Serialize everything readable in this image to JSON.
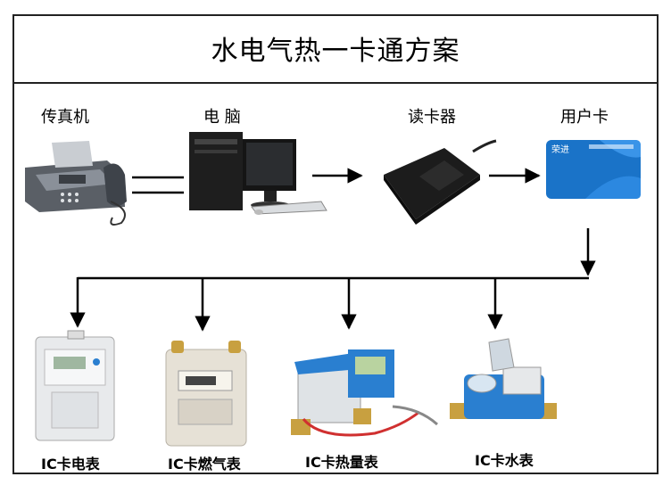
{
  "title": "水电气热一卡通方案",
  "top_devices": {
    "fax": "传真机",
    "computer": "电  脑",
    "card_reader": "读卡器",
    "user_card": "用户卡",
    "card_text": "荣进"
  },
  "meters": {
    "electric": "IC卡电表",
    "gas": "IC卡燃气表",
    "heat": "IC卡热量表",
    "water": "IC卡水表"
  },
  "colors": {
    "card_blue": "#1a73c8",
    "reader_black": "#1c1c1c",
    "meter_blue": "#2a7fd0",
    "brass": "#c8a040"
  }
}
